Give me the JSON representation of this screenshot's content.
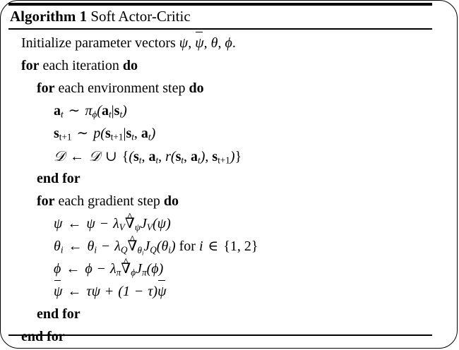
{
  "document": {
    "type": "algorithm-pseudocode-block",
    "algorithm_label": "Algorithm 1",
    "algorithm_name": "Soft Actor-Critic"
  },
  "header": {
    "keyword": "Algorithm 1",
    "title": "Soft Actor-Critic"
  },
  "body": {
    "lines": [
      {
        "indent": 0,
        "id": "initialize",
        "text": "Initialize parameter vectors ψ, ψ̄, θ, ϕ."
      },
      {
        "indent": 0,
        "id": "for-each-iteration",
        "text": "for each iteration do"
      },
      {
        "indent": 1,
        "id": "for-each-environment-step",
        "text": "for each environment step do"
      },
      {
        "indent": 2,
        "id": "sample-action",
        "text": "a_t ~ π_ϕ(a_t|s_t)"
      },
      {
        "indent": 2,
        "id": "sample-next-state",
        "text": "s_{t+1} ~ p(s_{t+1}|s_t, a_t)"
      },
      {
        "indent": 2,
        "id": "append-replay-buffer",
        "text": "D ← D ∪ {(s_t, a_t, r(s_t, a_t), s_{t+1})}"
      },
      {
        "indent": 1,
        "id": "end-for-environment-step",
        "text": "end for"
      },
      {
        "indent": 1,
        "id": "for-each-gradient-step",
        "text": "for each gradient step do"
      },
      {
        "indent": 2,
        "id": "update-psi",
        "text": "ψ ← ψ − λ_V ∇̂_ψ J_V(ψ)"
      },
      {
        "indent": 2,
        "id": "update-theta",
        "text": "θ_i ← θ_i − λ_Q ∇̂_{θ_i} J_Q(θ_i) for i ∈ {1, 2}"
      },
      {
        "indent": 2,
        "id": "update-phi",
        "text": "ϕ ← ϕ − λ_π ∇̂_ϕ J_π(ϕ)"
      },
      {
        "indent": 2,
        "id": "update-psi-bar",
        "text": "ψ̄ ← τψ + (1 − τ)ψ̄"
      },
      {
        "indent": 1,
        "id": "end-for-gradient-step",
        "text": "end for"
      },
      {
        "indent": 0,
        "id": "end-for-iteration",
        "text": "end for"
      }
    ],
    "keywords": {
      "for": "for",
      "do": "do",
      "end_for": "end for",
      "for_inline": "for"
    },
    "phrases": {
      "initialize_prefix": "Initialize parameter vectors",
      "each_iteration": "each iteration",
      "each_environment_step": "each environment step",
      "each_gradient_step": "each gradient step"
    }
  },
  "colors": {
    "text": "#000000",
    "background": "#ffffff",
    "rule": "#000000",
    "frame": "#000000"
  }
}
